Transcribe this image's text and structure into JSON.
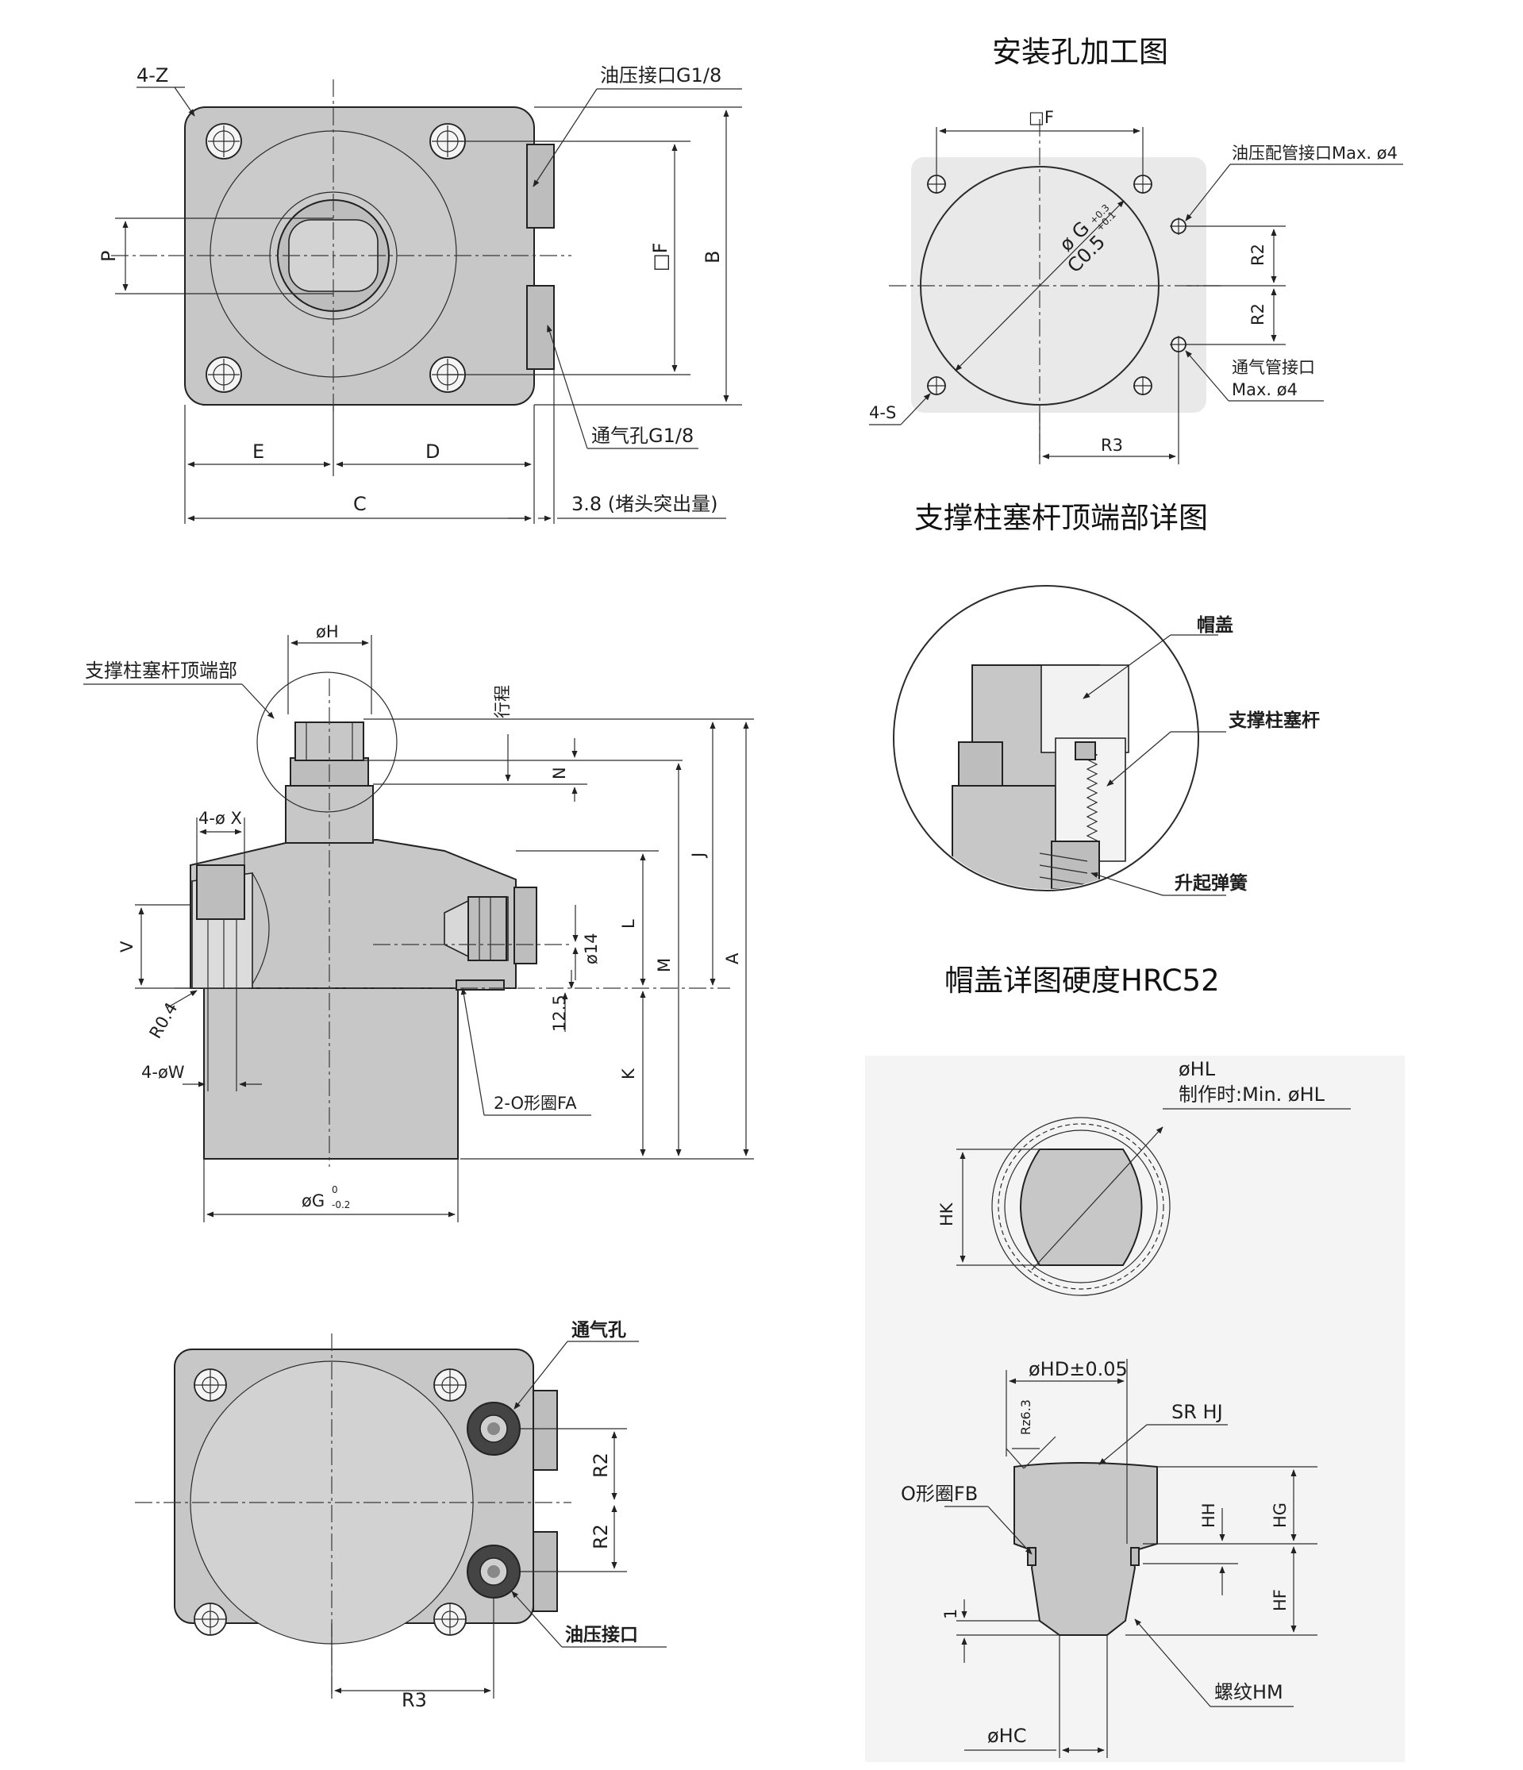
{
  "titles": {
    "mounting_hole": "安装孔加工图",
    "rod_top_detail": "支撑柱塞杆顶端部详图",
    "cap_detail": "帽盖详图硬度HRC52"
  },
  "top_view": {
    "hole_count": "4-Z",
    "oil_port": "油压接口G1/8",
    "vent_port": "通气孔G1/8",
    "dim_p": "P",
    "dim_f": "□F",
    "dim_b": "B",
    "dim_e": "E",
    "dim_d": "D",
    "dim_c": "C",
    "plug_protrusion": "3.8 (堵头突出量)"
  },
  "mounting_hole": {
    "dim_f": "□F",
    "dim_g": "ø G",
    "tol_g_upper": "+0.3",
    "tol_g_lower": "+0.1",
    "chamfer": "C0.5",
    "oil_pipe": "油压配管接口Max. ø4",
    "vent_pipe_line1": "通气管接口",
    "vent_pipe_line2": "Max. ø4",
    "dim_r2_a": "R2",
    "dim_r2_b": "R2",
    "hole_count": "4-S",
    "dim_r3": "R3"
  },
  "side_view": {
    "dim_h": "øH",
    "rod_top_label": "支撑柱塞杆顶端部",
    "stroke": "行程",
    "dim_n": "N",
    "dim_j": "J",
    "dim_a": "A",
    "dim_x": "4-ø X",
    "dim_v": "V",
    "dim_14": "ø14",
    "dim_l": "L",
    "dim_m": "M",
    "radius": "R0.4",
    "dim_125": "12.5",
    "dim_w": "4-øW",
    "dim_k": "K",
    "oring_fa": "2-O形圈FA",
    "dim_g": "øG",
    "tol_g_upper": "0",
    "tol_g_lower": "-0.2"
  },
  "rod_detail": {
    "cap": "帽盖",
    "rod": "支撑柱塞杆",
    "spring": "升起弹簧"
  },
  "cap_detail": {
    "dim_hl": "øHL",
    "dim_hl_note": "制作时:Min. øHL",
    "dim_hk": "HK",
    "dim_hd": "øHD±0.05",
    "roughness": "Rz6.3",
    "sphere": "SR HJ",
    "oring_fb": "O形圈FB",
    "dim_hh": "HH",
    "dim_hg": "HG",
    "dim_hf": "HF",
    "dim_1": "1",
    "dim_hc": "øHC",
    "thread": "螺纹HM"
  },
  "bottom_view": {
    "vent": "通气孔",
    "dim_r2_a": "R2",
    "dim_r2_b": "R2",
    "oil": "油压接口",
    "dim_r3": "R3"
  }
}
